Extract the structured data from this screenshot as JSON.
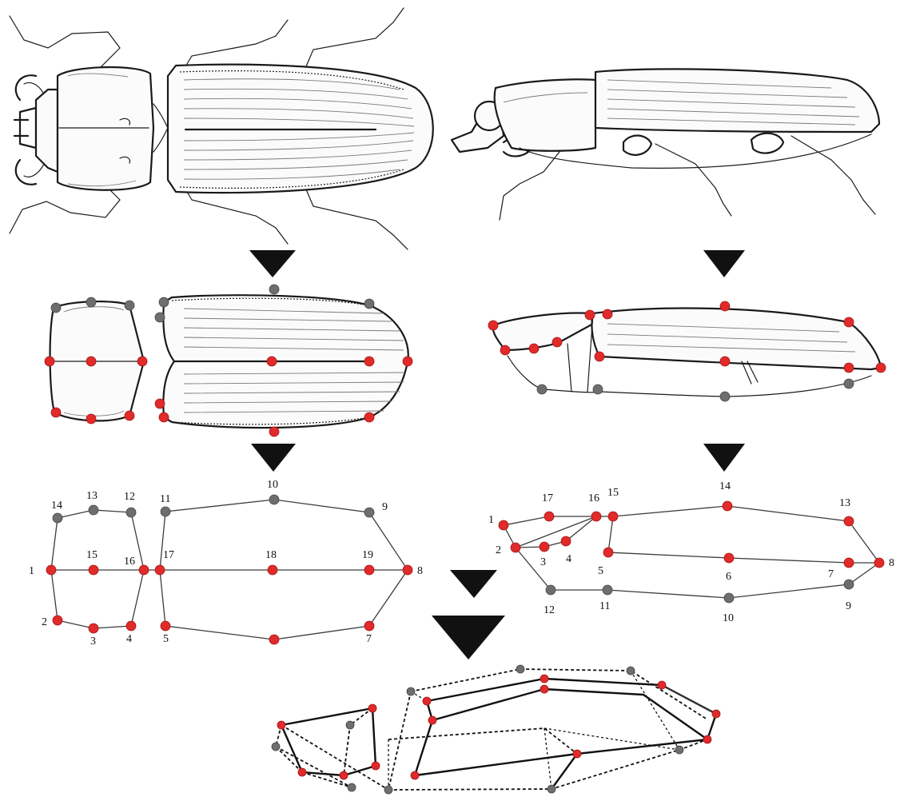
{
  "colors": {
    "landmark_red": "#e12a2a",
    "landmark_grey": "#6e6e6e",
    "outline": "#1a1a1a",
    "background": "#ffffff"
  },
  "dorsal_landmark_labels": [
    "1",
    "2",
    "3",
    "4",
    "5",
    "7",
    "8",
    "9",
    "10",
    "11",
    "12",
    "13",
    "14",
    "15",
    "16",
    "17",
    "18",
    "19"
  ],
  "lateral_landmark_labels": [
    "1",
    "2",
    "3",
    "4",
    "5",
    "6",
    "7",
    "8",
    "9",
    "10",
    "11",
    "12",
    "13",
    "14",
    "15",
    "16",
    "17"
  ]
}
